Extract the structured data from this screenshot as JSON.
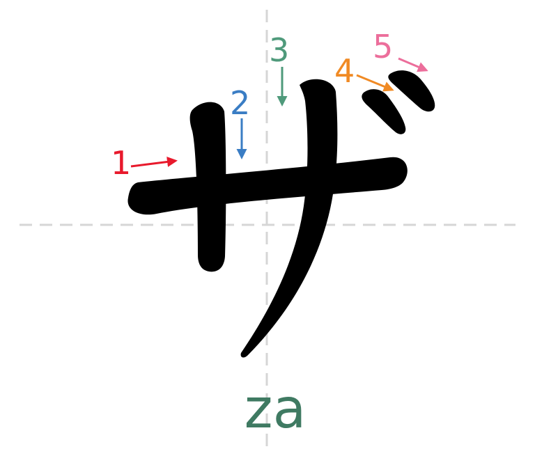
{
  "character": "ザ",
  "romaji": "za",
  "colors": {
    "romaji": "#3f7a62",
    "guide": "#d6d6d6",
    "glyph": "#000000"
  },
  "strokes": [
    {
      "number": "1",
      "color": "#e8192c"
    },
    {
      "number": "2",
      "color": "#3a7dc4"
    },
    {
      "number": "3",
      "color": "#4f9a7b"
    },
    {
      "number": "4",
      "color": "#f08a24"
    },
    {
      "number": "5",
      "color": "#ec6e9b"
    }
  ]
}
